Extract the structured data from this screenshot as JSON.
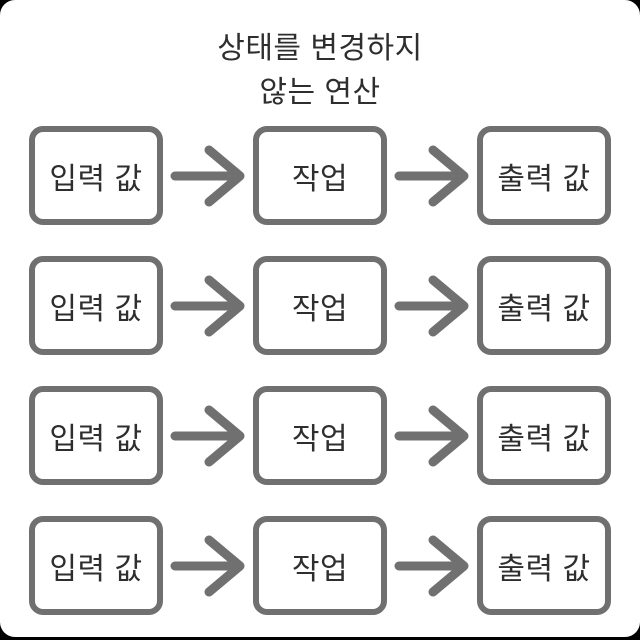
{
  "title": {
    "line1": "상태를 변경하지",
    "line2": "않는 연산"
  },
  "colors": {
    "background": "#000000",
    "canvas": "#ffffff",
    "box_border": "#707070",
    "arrow": "#707070",
    "text": "#2e2e2e"
  },
  "icons": {
    "arrow": "right-arrow-icon"
  },
  "rows": [
    {
      "input": "입력 값",
      "operation": "작업",
      "output": "출력 값"
    },
    {
      "input": "입력 값",
      "operation": "작업",
      "output": "출력 값"
    },
    {
      "input": "입력 값",
      "operation": "작업",
      "output": "출력 값"
    },
    {
      "input": "입력 값",
      "operation": "작업",
      "output": "출력 값"
    }
  ]
}
